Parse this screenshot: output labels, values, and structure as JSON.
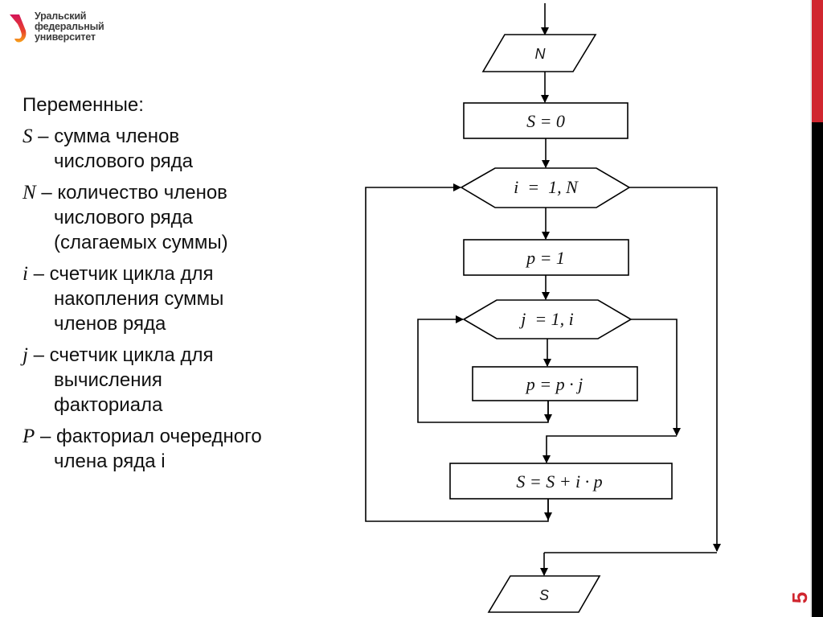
{
  "logo": {
    "icon": "urfu-logo-icon",
    "lines": [
      "Уральский",
      "федеральный",
      "университет"
    ]
  },
  "variables": {
    "heading": "Переменные:",
    "items": [
      {
        "symbol": "S",
        "first": "– сумма членов",
        "cont": [
          "числового ряда"
        ]
      },
      {
        "symbol": "N",
        "first": "– количество членов",
        "cont": [
          "числового ряда",
          "(слагаемых суммы)"
        ]
      },
      {
        "symbol": "i",
        "first": "– счетчик цикла для",
        "cont": [
          "накопления суммы",
          "членов ряда"
        ]
      },
      {
        "symbol": "j",
        "first": "– счетчик цикла для",
        "cont": [
          "вычисления",
          "факториала"
        ]
      },
      {
        "symbol": "P",
        "first": "– факториал очередного",
        "cont": [
          "члена ряда i"
        ]
      }
    ]
  },
  "flowchart": {
    "input": "N",
    "init_sum": "S = 0",
    "outer_loop": "i  =  1, N",
    "init_p": "p = 1",
    "inner_loop": "j  = 1, i",
    "mult": "p = p · j",
    "accumulate": "S = S + i · p",
    "output": "S"
  },
  "slide": {
    "page_number": "5",
    "accent_color": "#d0262f"
  }
}
